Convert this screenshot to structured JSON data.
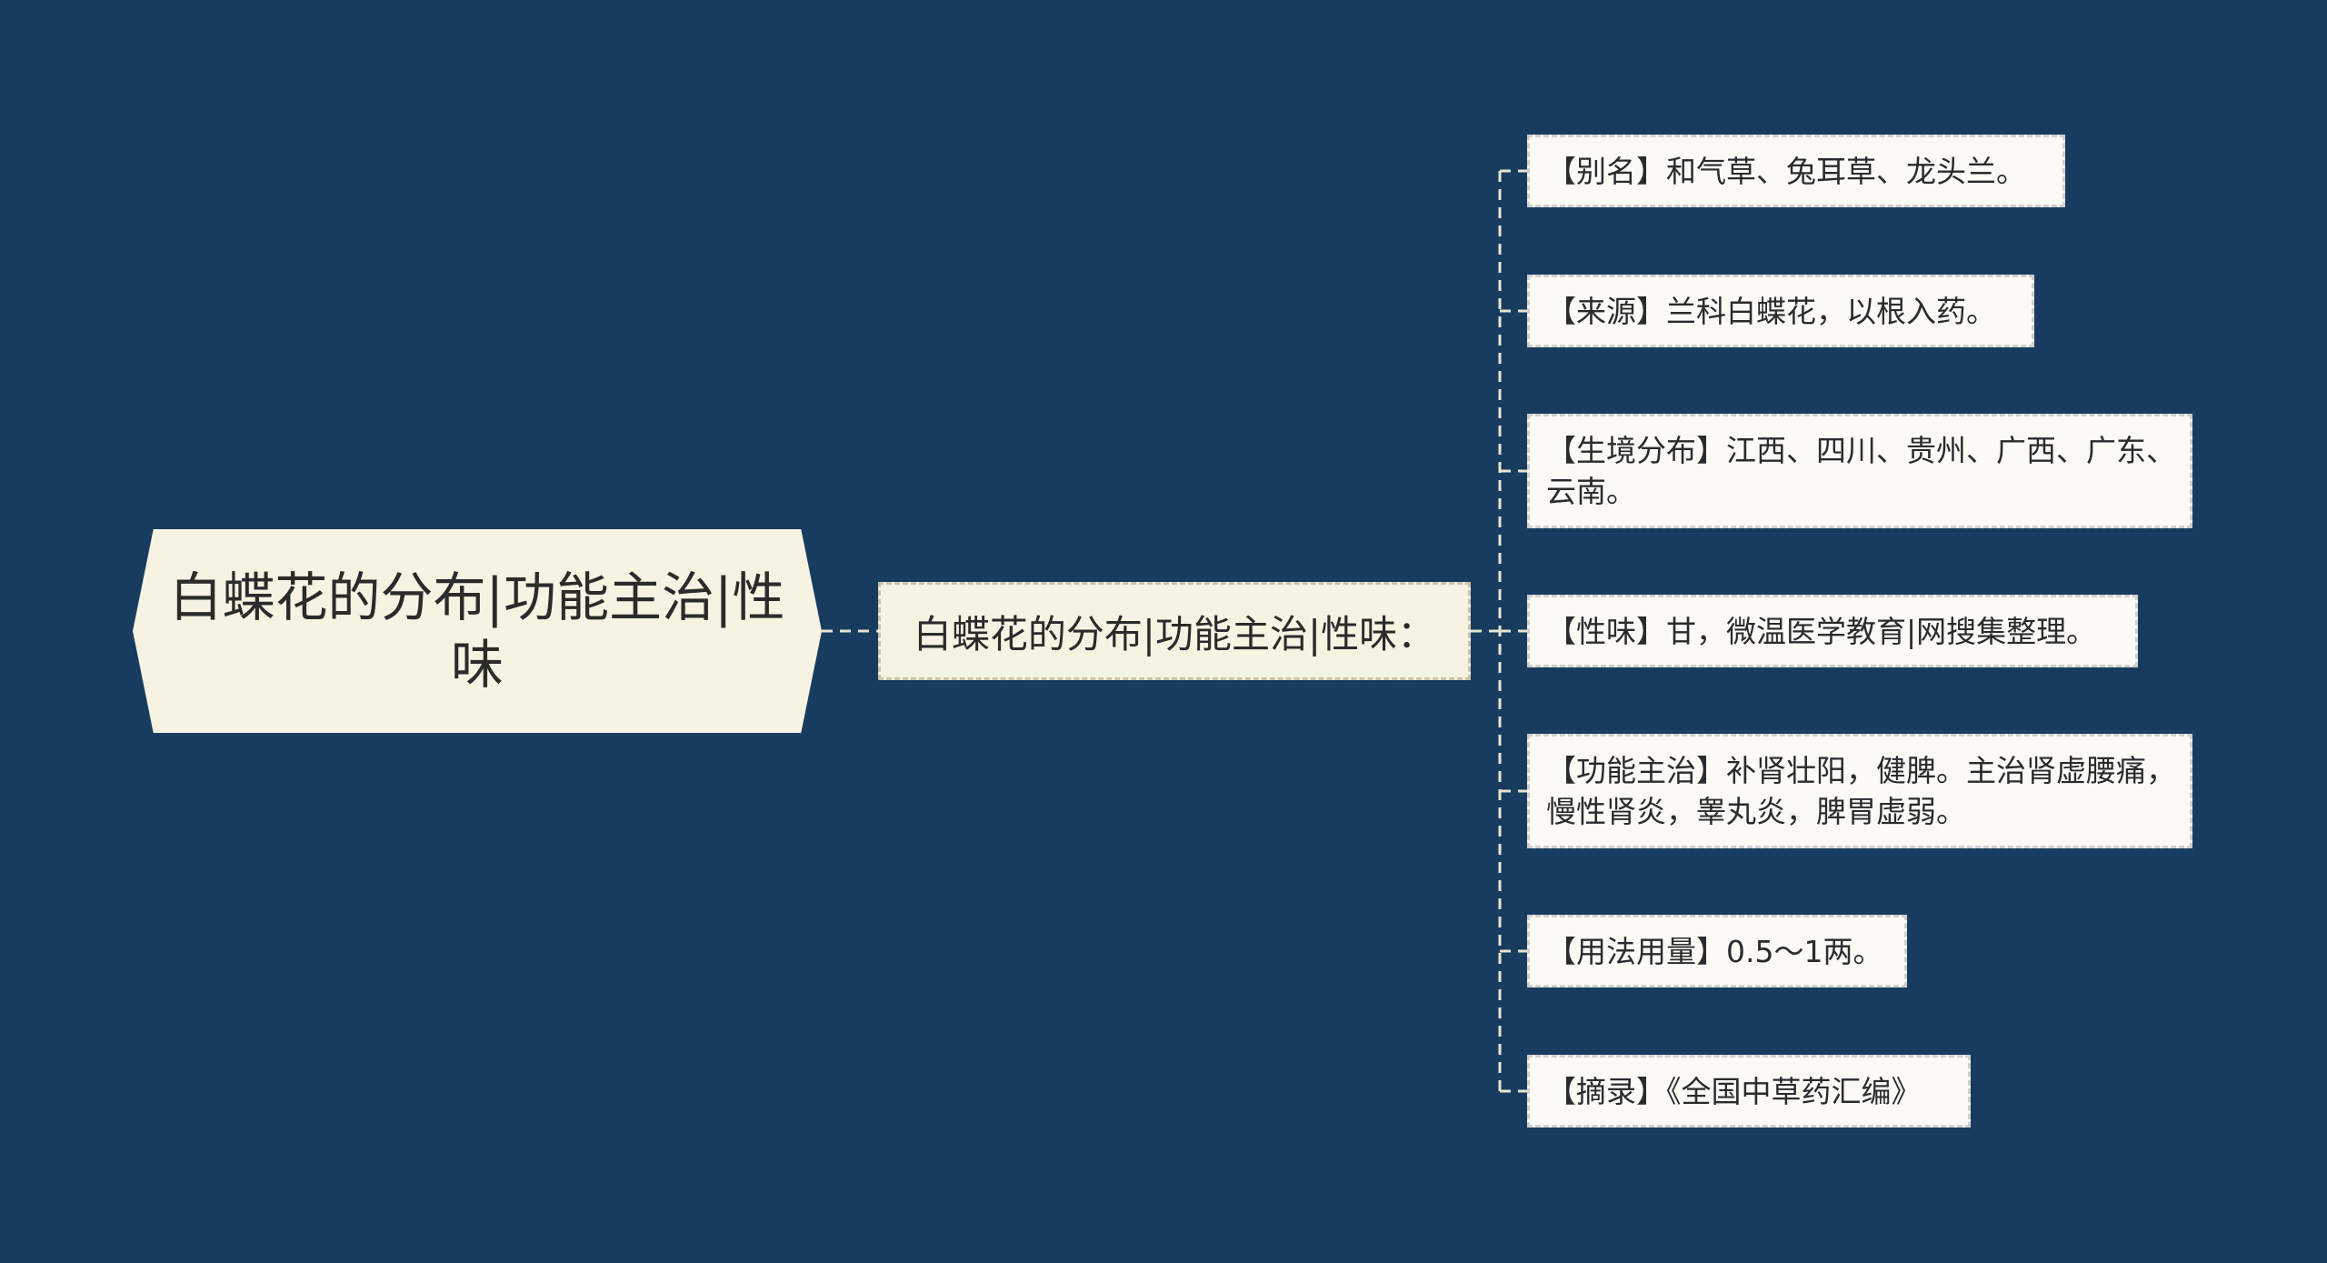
{
  "root": {
    "title": "白蝶花的分布|功能主治|性味"
  },
  "subtopic": {
    "title": "白蝶花的分布|功能主治|性味："
  },
  "leaves": [
    "【别名】和气草、兔耳草、龙头兰。",
    "【来源】兰科白蝶花，以根入药。",
    "【生境分布】江西、四川、贵州、广西、广东、云南。",
    "【性味】甘，微温医学教育|网搜集整理。",
    "【功能主治】补肾壮阳，健脾。主治肾虚腰痛，慢性肾炎，睾丸炎，脾胃虚弱。",
    "【用法用量】0.5～1两。",
    "【摘录】《全国中草药汇编》"
  ],
  "colors": {
    "background": "#173c5f",
    "node_fill": "#f7f3e3",
    "leaf_fill": "#fbfaf5",
    "connector": "#e9e4cf"
  }
}
